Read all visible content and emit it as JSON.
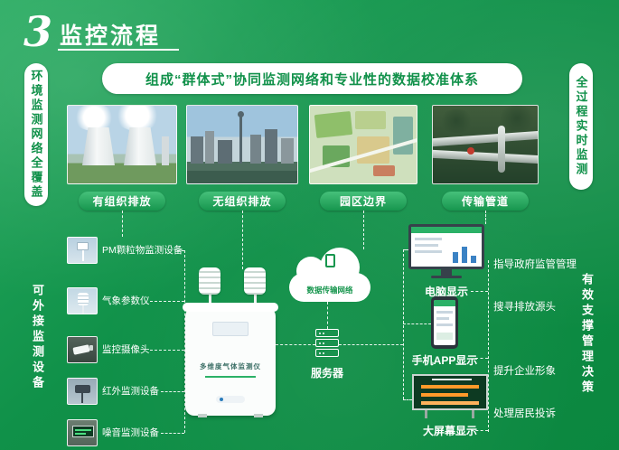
{
  "header": {
    "number": "3",
    "title": "监控流程"
  },
  "banner": "组成“群体式”协同监测网络和专业性的数据校准体系",
  "side_left": "环境监测网络全覆盖",
  "side_right": "全过程实时监测",
  "sources": [
    {
      "label": "有组织排放"
    },
    {
      "label": "无组织排放"
    },
    {
      "label": "园区边界"
    },
    {
      "label": "传输管道"
    }
  ],
  "devices_group_label": "可外接监测设备",
  "devices": [
    {
      "label": "PM颗粒物监测设备"
    },
    {
      "label": "气象参数仪"
    },
    {
      "label": "监控摄像头"
    },
    {
      "label": "红外监测设备"
    },
    {
      "label": "噪音监测设备"
    }
  ],
  "station": {
    "label": "多维度气体监测仪"
  },
  "network": {
    "label": "数据传输网络"
  },
  "server": {
    "label": "服务器"
  },
  "displays": [
    {
      "label": "电脑显示"
    },
    {
      "label": "手机APP显示"
    },
    {
      "label": "大屏幕显示"
    }
  ],
  "outcomes": [
    {
      "label": "指导政府监管管理"
    },
    {
      "label": "搜寻排放源头"
    },
    {
      "label": "提升企业形象"
    },
    {
      "label": "处理居民投诉"
    }
  ],
  "outcomes_group_label": "有效支撑管理决策",
  "colors": {
    "background_green": "#109149",
    "pill_green": "#2bb167",
    "accent_green": "#17964e",
    "text_white": "#ffffff"
  }
}
